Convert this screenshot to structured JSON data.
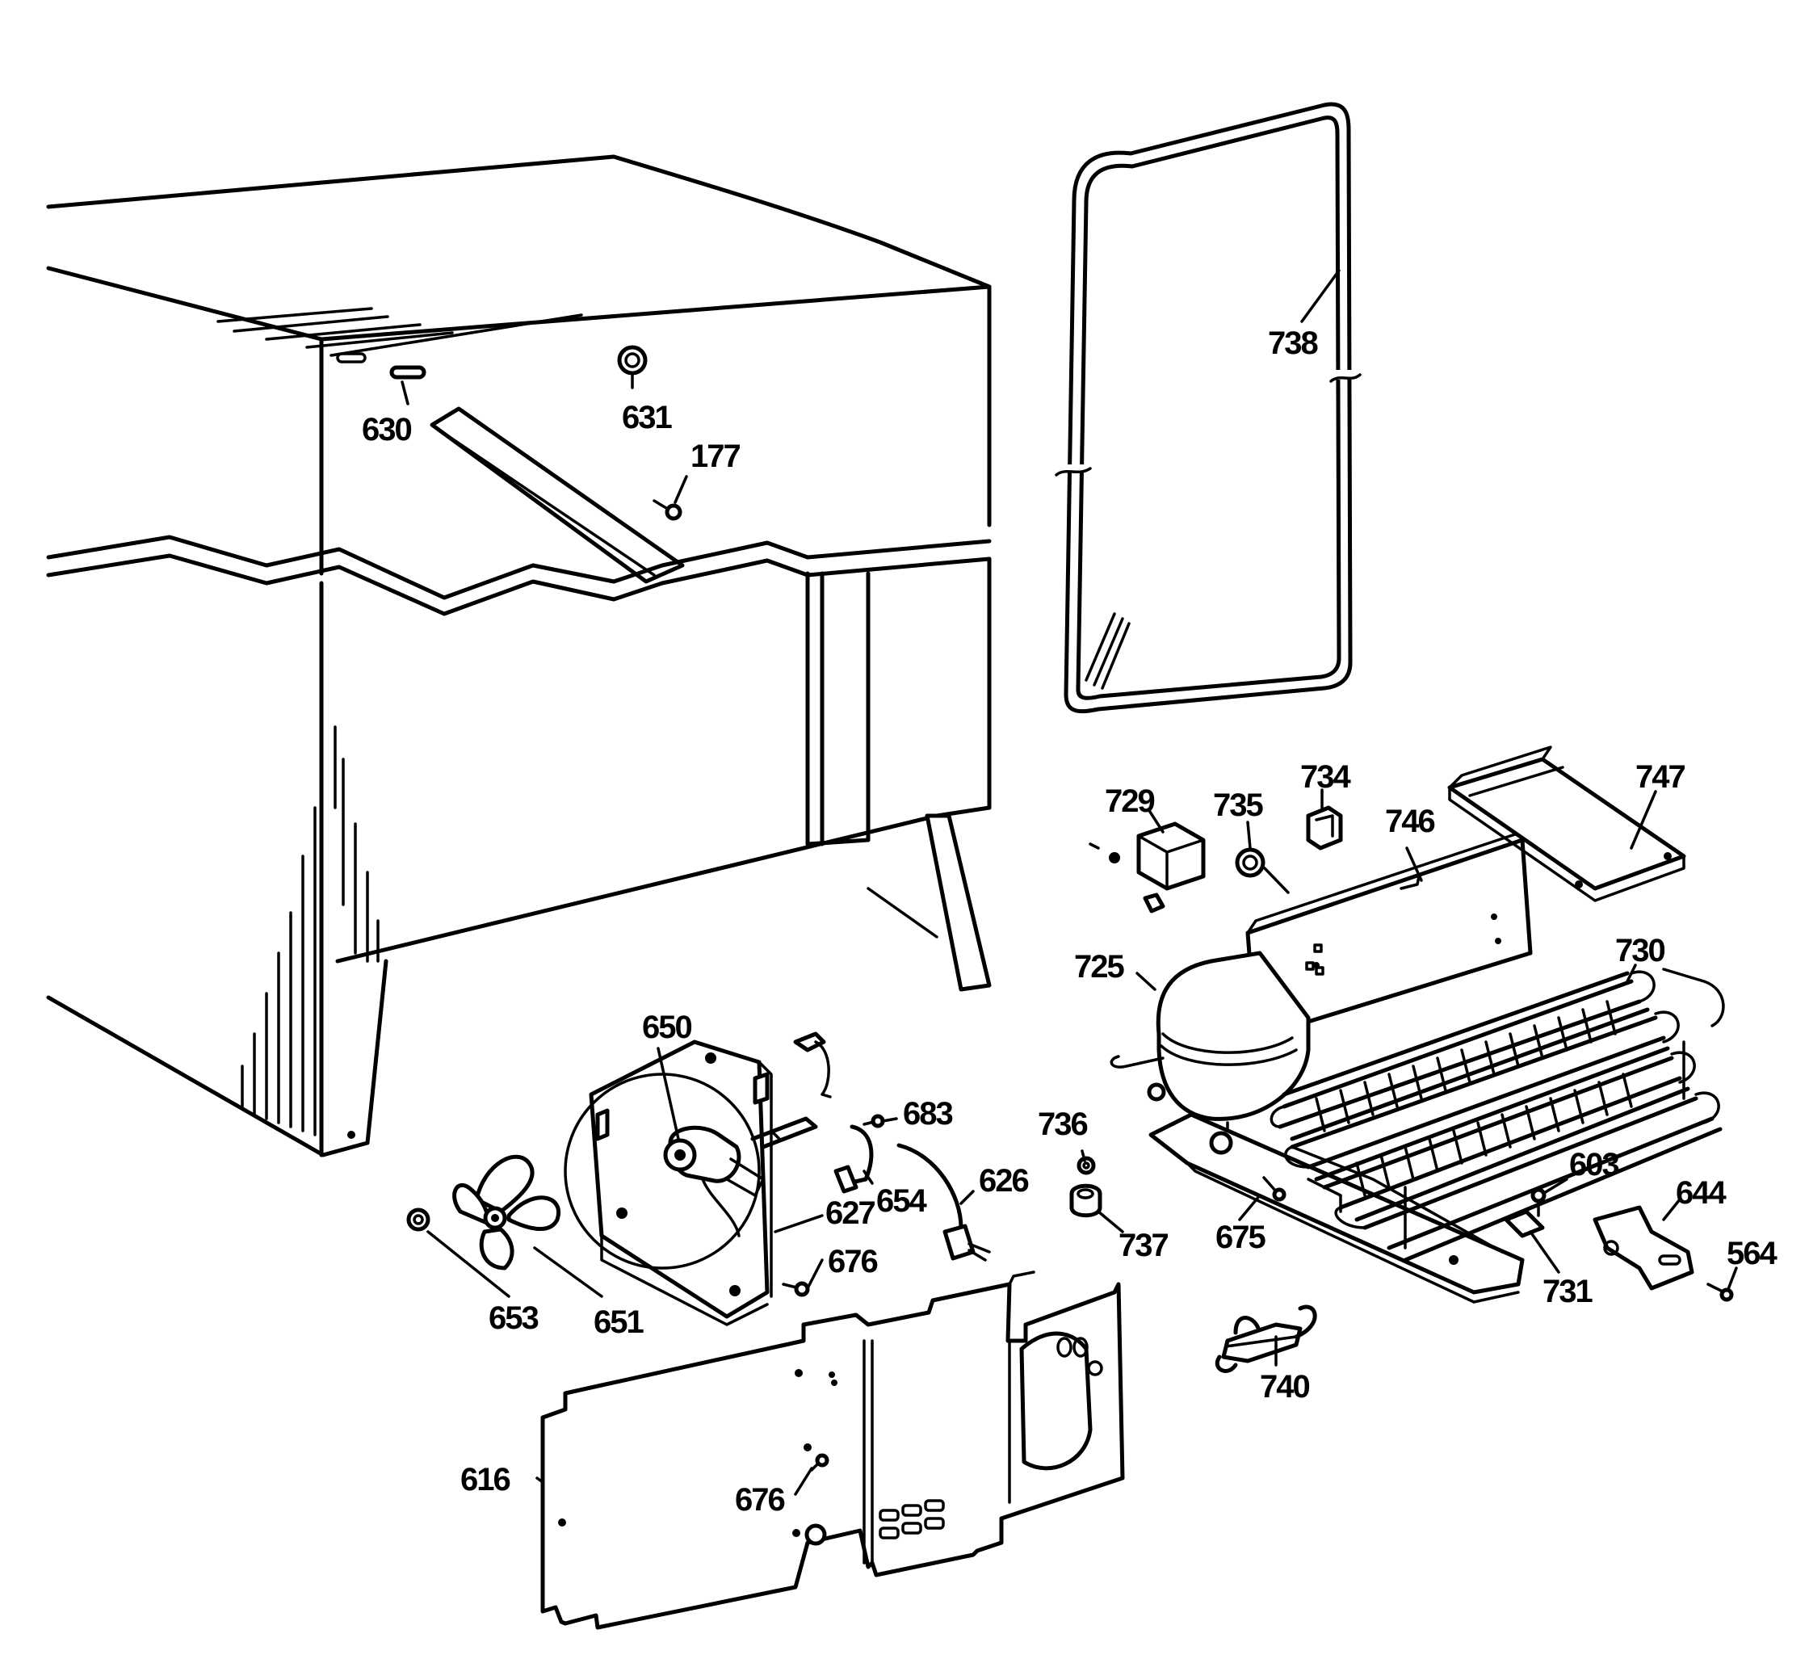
{
  "diagram": {
    "labels": [
      {
        "id": "p630",
        "text": "630"
      },
      {
        "id": "p631",
        "text": "631"
      },
      {
        "id": "p177",
        "text": "177"
      },
      {
        "id": "p738",
        "text": "738"
      },
      {
        "id": "p729",
        "text": "729"
      },
      {
        "id": "p735",
        "text": "735"
      },
      {
        "id": "p734",
        "text": "734"
      },
      {
        "id": "p746",
        "text": "746"
      },
      {
        "id": "p747",
        "text": "747"
      },
      {
        "id": "p730",
        "text": "730"
      },
      {
        "id": "p725",
        "text": "725"
      },
      {
        "id": "p650",
        "text": "650"
      },
      {
        "id": "p683",
        "text": "683"
      },
      {
        "id": "p626",
        "text": "626"
      },
      {
        "id": "p654",
        "text": "654"
      },
      {
        "id": "p627",
        "text": "627"
      },
      {
        "id": "p676a",
        "text": "676"
      },
      {
        "id": "p736",
        "text": "736"
      },
      {
        "id": "p737",
        "text": "737"
      },
      {
        "id": "p675",
        "text": "675"
      },
      {
        "id": "p603",
        "text": "603"
      },
      {
        "id": "p644",
        "text": "644"
      },
      {
        "id": "p564",
        "text": "564"
      },
      {
        "id": "p731",
        "text": "731"
      },
      {
        "id": "p653",
        "text": "653"
      },
      {
        "id": "p651",
        "text": "651"
      },
      {
        "id": "p740",
        "text": "740"
      },
      {
        "id": "p616",
        "text": "616"
      },
      {
        "id": "p676b",
        "text": "676"
      }
    ]
  }
}
